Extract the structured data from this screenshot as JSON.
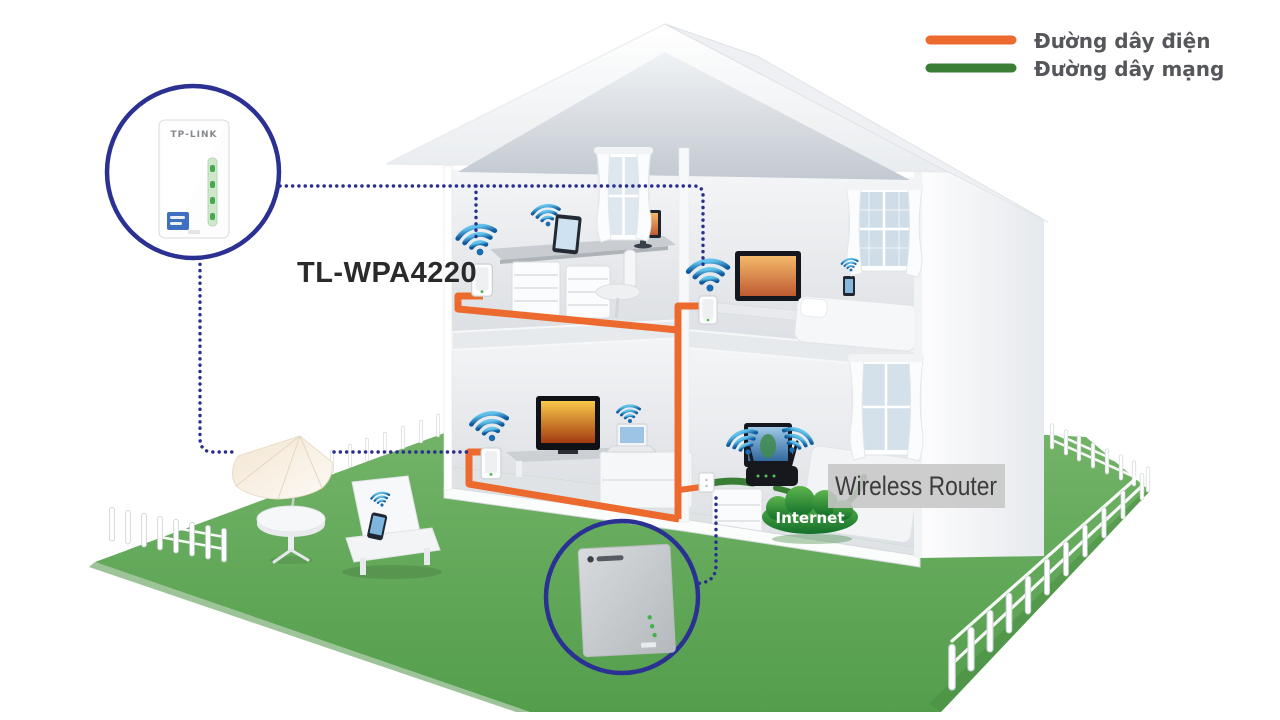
{
  "legend": {
    "items": [
      {
        "id": "power-line",
        "label": "Đường dây điện",
        "color": "#ed6a2f"
      },
      {
        "id": "network-line",
        "label": "Đường dây mạng",
        "color": "#3a7d35"
      }
    ]
  },
  "labels": {
    "adapter_model": "TL-WPA4220",
    "wireless_router": "Wireless Router",
    "internet": "Internet",
    "device_brand": "TP-LINK"
  },
  "colors": {
    "power_line": "#ed6a2f",
    "network_line": "#3a7d35",
    "dotted_connection": "#2a2f8e",
    "wifi_blue": "#1a6bb0",
    "lawn_green": "#69ab5f",
    "cloud_green": "#2e8f31"
  }
}
